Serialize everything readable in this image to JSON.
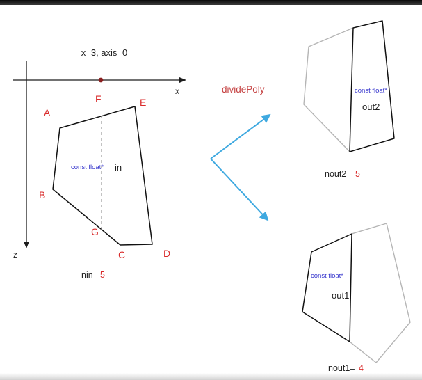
{
  "header": {
    "equation": "x=3, axis=0"
  },
  "axes": {
    "x": "x",
    "z": "z"
  },
  "divide_label": "dividePoly",
  "in_poly": {
    "labels": {
      "A": "A",
      "B": "B",
      "C": "C",
      "D": "D",
      "E": "E",
      "F": "F",
      "G": "G"
    },
    "type": "const float*",
    "name": "in",
    "count_label": "nin=",
    "count_value": "5"
  },
  "out2": {
    "type": "const float*",
    "name": "out2",
    "count_label": "nout2=",
    "count_value": "5"
  },
  "out1": {
    "type": "const float*",
    "name": "out1",
    "count_label": "nout1=",
    "count_value": "4"
  },
  "colors": {
    "vertex_label_red": "#d92b2b",
    "divide_label_red": "#c64545",
    "const_pointer_blue": "#3333cc",
    "arrow_blue": "#3fa9e0",
    "ghost_gray": "#b5b5b5",
    "ink_black": "#111111",
    "axis_dot_red": "#8a1f1f"
  }
}
